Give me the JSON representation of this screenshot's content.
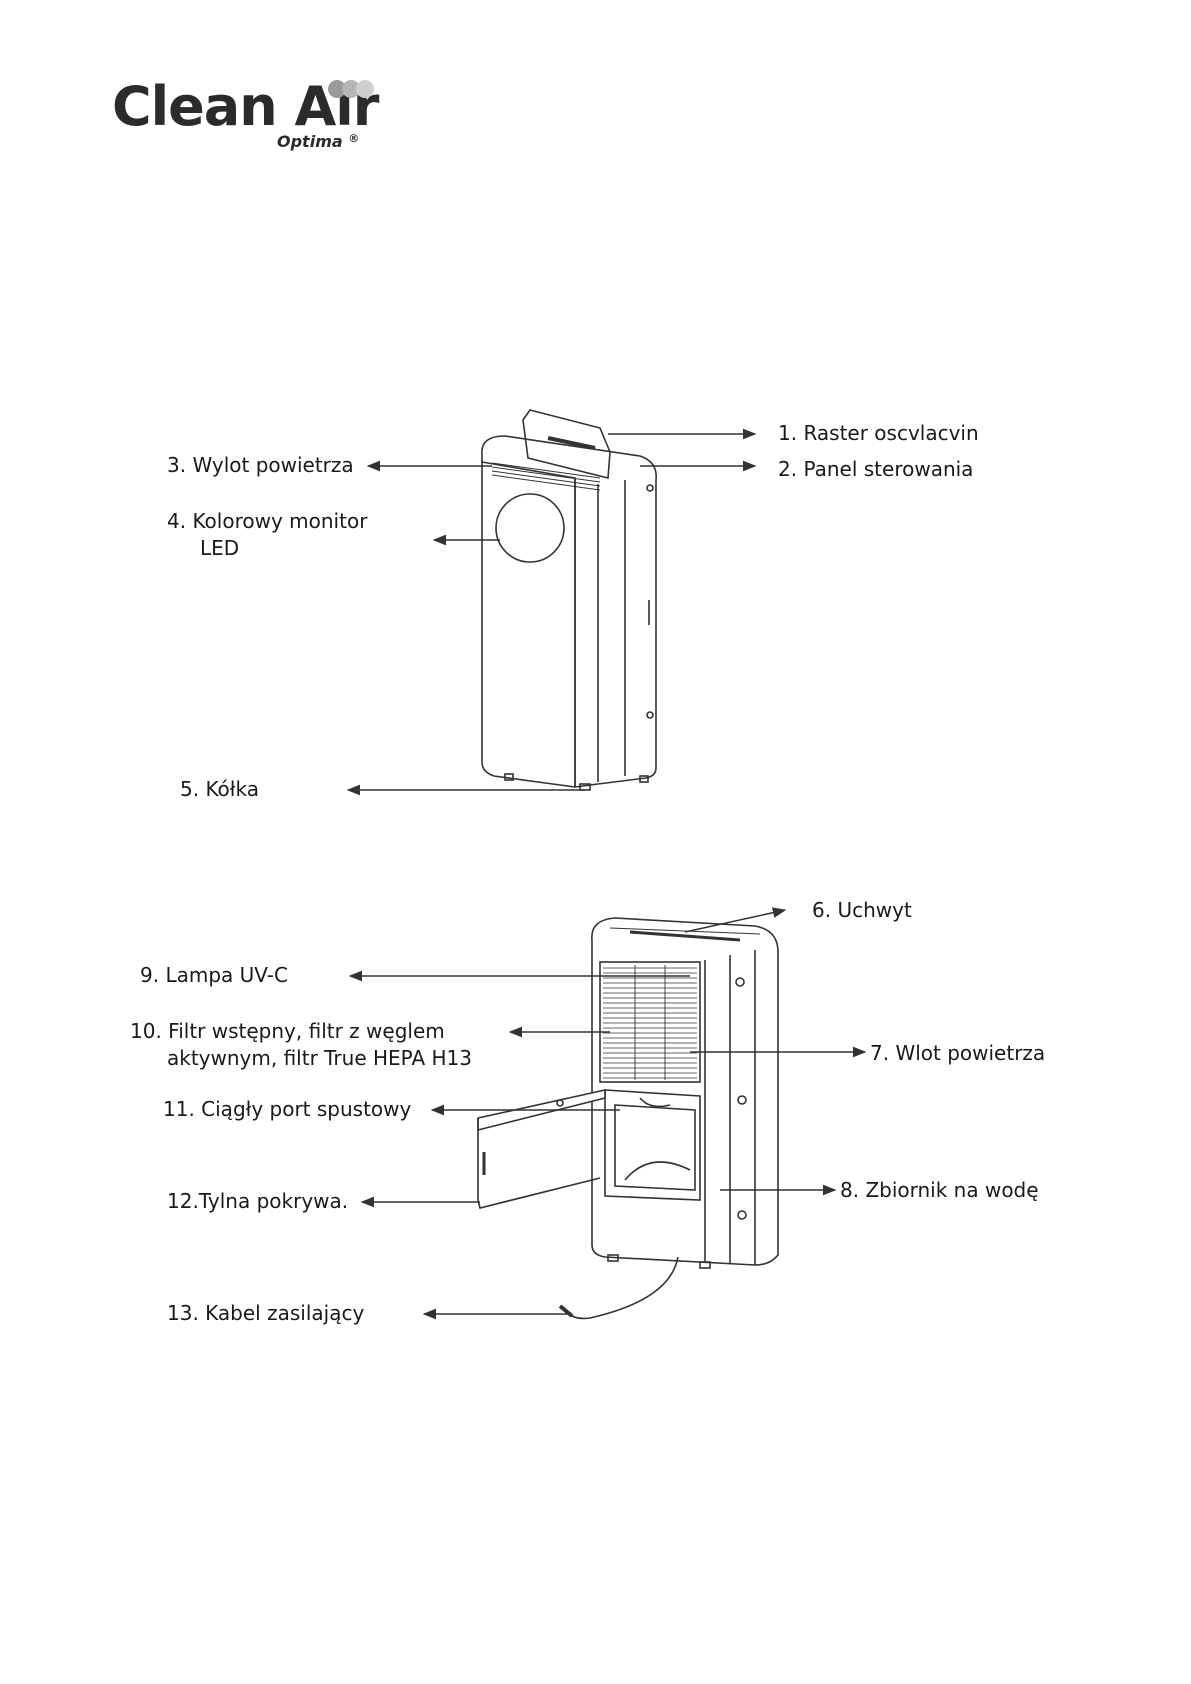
{
  "brand": {
    "name": "Clean Air",
    "sub": "Optima",
    "reg": "®"
  },
  "labels": {
    "l1": "1.  Raster oscvlacvin",
    "l2": "2.  Panel sterowania",
    "l3": "3.  Wylot powietrza",
    "l4a": "4.  Kolorowy monitor",
    "l4b": "LED",
    "l5": "5. Kółka",
    "l6": "6. Uchwyt",
    "l7": "7. Wlot powietrza",
    "l8": "8. Zbiornik na wodę",
    "l9": "9. Lampa UV-C",
    "l10a": "10. Filtr wstępny, filtr z węglem",
    "l10b": "aktywnym, filtr True HEPA H13",
    "l11": "11. Ciągły port spustowy",
    "l12": "12.Tylna pokrywa.",
    "l13": "13. Kabel zasilający"
  },
  "colors": {
    "line": "#333333",
    "text": "#1a1a1a",
    "logo_dots": "#a8a8a8"
  }
}
